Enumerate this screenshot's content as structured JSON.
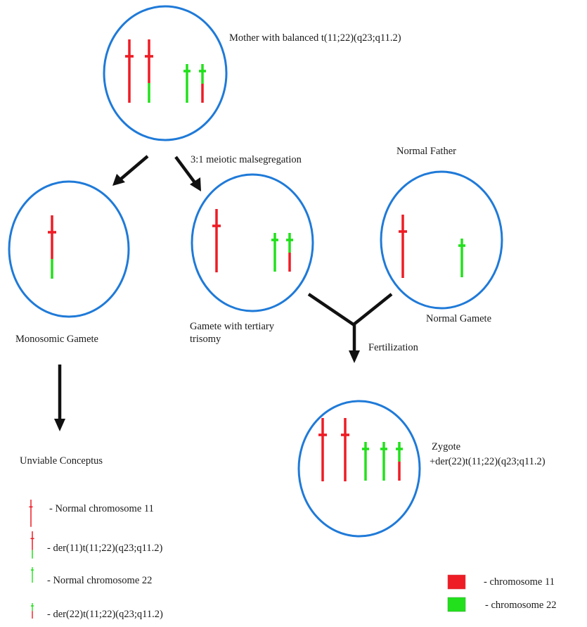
{
  "colors": {
    "chromosome_11": "#ee1c25",
    "chromosome_22": "#22e01c",
    "cell_outline": "#1f7ad8",
    "arrow": "#111111"
  },
  "labels": {
    "mother": "Mother with balanced t(11;22)(q23;q11.2)",
    "malsegregation": "3:1 meiotic malsegregation",
    "normal_father": "Normal Father",
    "monosomic_gamete": "Monosomic Gamete",
    "tertiary_gamete": "Gamete with tertiary trisomy",
    "normal_gamete": "Normal Gamete",
    "fertilization": "Fertilization",
    "unviable": "Unviable Conceptus",
    "zygote_title": "Zygote",
    "zygote_karyotype": "+der(22)t(11;22)(q23;q11.2)"
  },
  "cells": [
    {
      "id": "mother",
      "chromosomes": [
        "normal-11",
        "der-11",
        "normal-22",
        "der-22"
      ]
    },
    {
      "id": "monosomic-gamete",
      "chromosomes": [
        "der-11"
      ]
    },
    {
      "id": "tertiary-gamete",
      "chromosomes": [
        "normal-11",
        "normal-22",
        "der-22"
      ]
    },
    {
      "id": "normal-father",
      "chromosomes": [
        "normal-11",
        "normal-22"
      ]
    },
    {
      "id": "zygote",
      "chromosomes": [
        "normal-11",
        "normal-11",
        "normal-22",
        "normal-22",
        "der-22"
      ]
    }
  ],
  "legend_chromosomes": [
    {
      "type": "normal-11",
      "label": "- Normal chromosome 11"
    },
    {
      "type": "der-11",
      "label": "- der(11)t(11;22)(q23;q11.2)"
    },
    {
      "type": "normal-22",
      "label": "- Normal chromosome 22"
    },
    {
      "type": "der-22",
      "label": "- der(22)t(11;22)(q23;q11.2)"
    }
  ],
  "legend_colors": [
    {
      "color": "#ee1c25",
      "label": "- chromosome 11"
    },
    {
      "color": "#22e01c",
      "label": "- chromosome 22"
    }
  ]
}
